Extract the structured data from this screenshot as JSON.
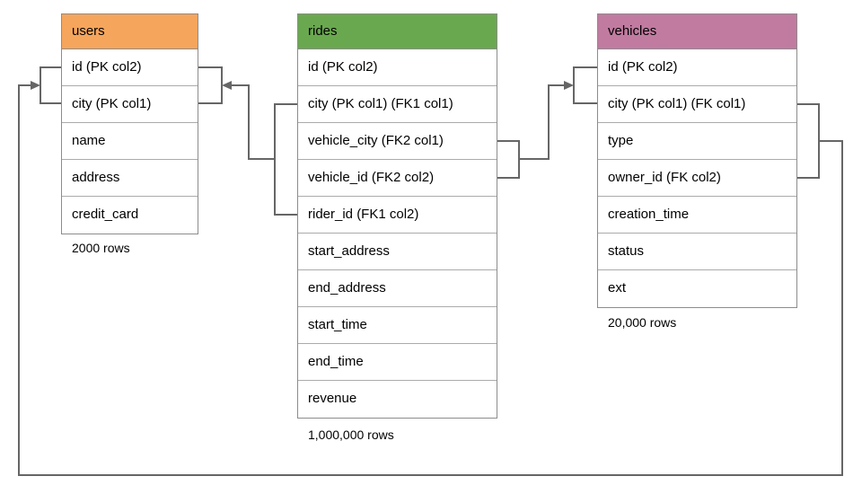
{
  "diagram": {
    "background_color": "#ffffff",
    "connector_color": "#666666",
    "table_border_color": "#8c8c8c"
  },
  "tables": [
    {
      "id": "users",
      "name": "users",
      "header_color": "#f6a55c",
      "row_count_label": "2000 rows",
      "columns": [
        "id (PK col2)",
        "city (PK col1)",
        "name",
        "address",
        "credit_card"
      ]
    },
    {
      "id": "rides",
      "name": "rides",
      "header_color": "#6aa84f",
      "row_count_label": "1,000,000 rows",
      "columns": [
        "id (PK col2)",
        "city (PK col1) (FK1 col1)",
        "vehicle_city (FK2 col1)",
        "vehicle_id (FK2 col2)",
        "rider_id (FK1 col2)",
        "start_address",
        "end_address",
        "start_time",
        "end_time",
        "revenue"
      ]
    },
    {
      "id": "vehicles",
      "name": "vehicles",
      "header_color": "#c17ba0",
      "row_count_label": "20,000 rows",
      "columns": [
        "id (PK col2)",
        "city (PK col1) (FK col1)",
        "type",
        "owner_id (FK col2)",
        "creation_time",
        "status",
        "ext"
      ]
    }
  ],
  "relationships": [
    {
      "name": "fk1",
      "from": "rides (city, rider_id)",
      "to": "users (city, id)"
    },
    {
      "name": "fk2",
      "from": "rides (vehicle_city, vehicle_id)",
      "to": "vehicles (city, id)"
    },
    {
      "name": "fk",
      "from": "vehicles (city, owner_id)",
      "to": "users (city, id)"
    }
  ]
}
